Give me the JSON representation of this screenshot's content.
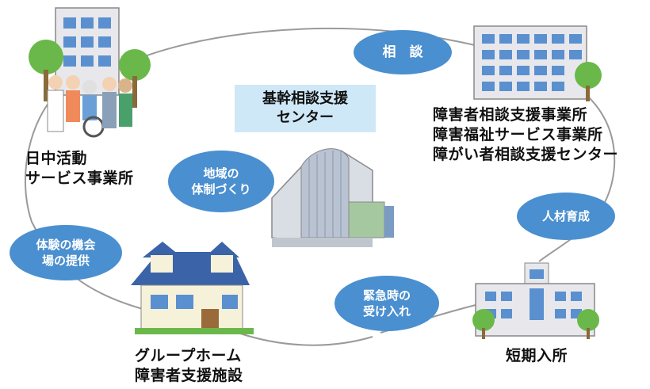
{
  "center": {
    "line1": "基幹相談支援",
    "line2": "センター"
  },
  "nodes": {
    "day_activity": {
      "line1": "日中活動",
      "line2": "サービス事業所"
    },
    "offices": {
      "line1": "障害者相談支援事業所",
      "line2": "障害福祉サービス事業所",
      "line3": "障がい者相談支援センター"
    },
    "short_stay": {
      "line1": "短期入所"
    },
    "group_home": {
      "line1": "グループホーム",
      "line2": "障害者支援施設"
    }
  },
  "bubbles": {
    "consultation": "相　談",
    "community": {
      "line1": "地域の",
      "line2": "体制づくり"
    },
    "hr": "人材育成",
    "emergency": {
      "line1": "緊急時の",
      "line2": "受け入れ"
    },
    "experience": {
      "line1": "体験の機会",
      "line2": "場の提供"
    }
  },
  "colors": {
    "bubble": "#4a8fcf",
    "center_box": "#cfe8f7",
    "roof_blue": "#3a63a8",
    "wall": "#f6f1d9",
    "building": "#e8e8ec",
    "window": "#5a90cf",
    "tree": "#6bb84a"
  }
}
